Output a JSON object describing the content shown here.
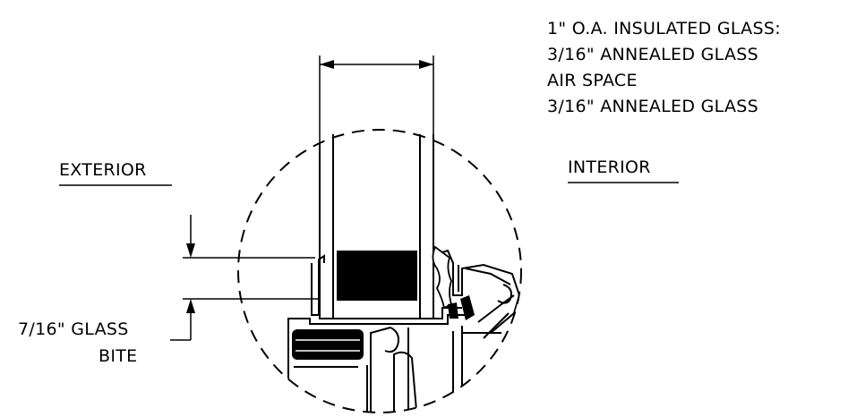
{
  "labels": {
    "glass_spec_title": "1\" O.A. INSULATED GLASS:",
    "glass_spec_line1": "3/16\" ANNEALED GLASS",
    "glass_spec_line2": "AIR SPACE",
    "glass_spec_line3": "3/16\" ANNEALED GLASS",
    "exterior": "EXTERIOR",
    "interior": "INTERIOR",
    "bite_line1": "7/16\" GLASS",
    "bite_line2": "BITE"
  },
  "colors": {
    "ink": "#000000",
    "background": "#ffffff"
  }
}
